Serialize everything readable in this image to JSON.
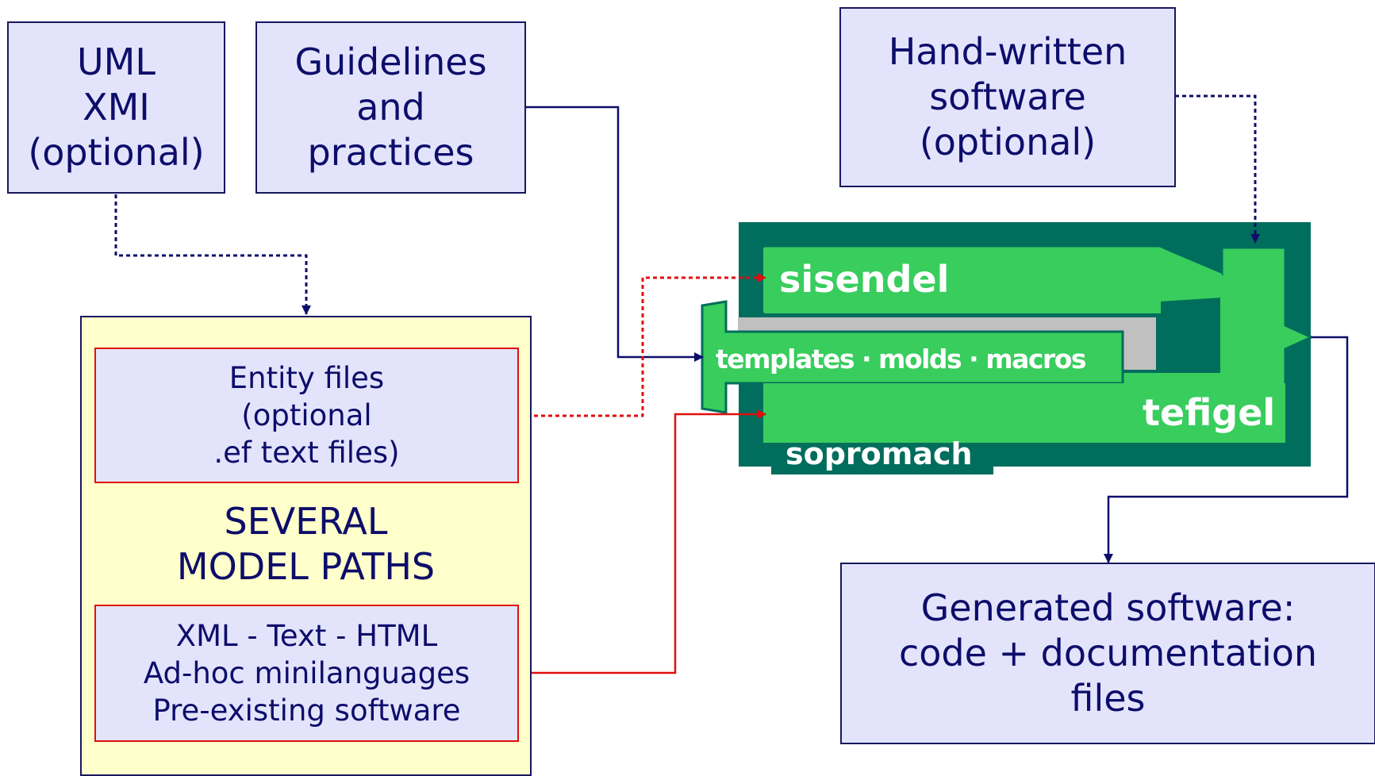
{
  "boxes": {
    "uml": {
      "lines": [
        "UML",
        "XMI",
        "(optional)"
      ]
    },
    "guidelines": {
      "lines": [
        "Guidelines",
        "and",
        "practices"
      ]
    },
    "handwritten": {
      "lines": [
        "Hand-written",
        "software",
        "(optional)"
      ]
    },
    "entity": {
      "lines": [
        "Entity files",
        "(optional",
        ".ef text files)"
      ]
    },
    "model_paths": {
      "lines": [
        "SEVERAL",
        "MODEL PATHS"
      ]
    },
    "xml": {
      "lines": [
        "XML - Text - HTML",
        "Ad-hoc minilanguages",
        "Pre-existing software"
      ]
    },
    "generated": {
      "lines": [
        "Generated software:",
        "code + documentation",
        "files"
      ]
    }
  },
  "machine": {
    "sisendel": "sisendel",
    "templates": "templates · molds · macros",
    "tefigel": "tefigel",
    "sopromach": "sopromach"
  },
  "colors": {
    "box_fill": "#e3e4fb",
    "box_border": "#17175f",
    "text": "#0d0d6b",
    "container_fill": "#ffffcb",
    "red": "#e10e0e",
    "dark_green": "#016d5c",
    "green": "#38cd5d",
    "grey": "#c0c0c0"
  }
}
